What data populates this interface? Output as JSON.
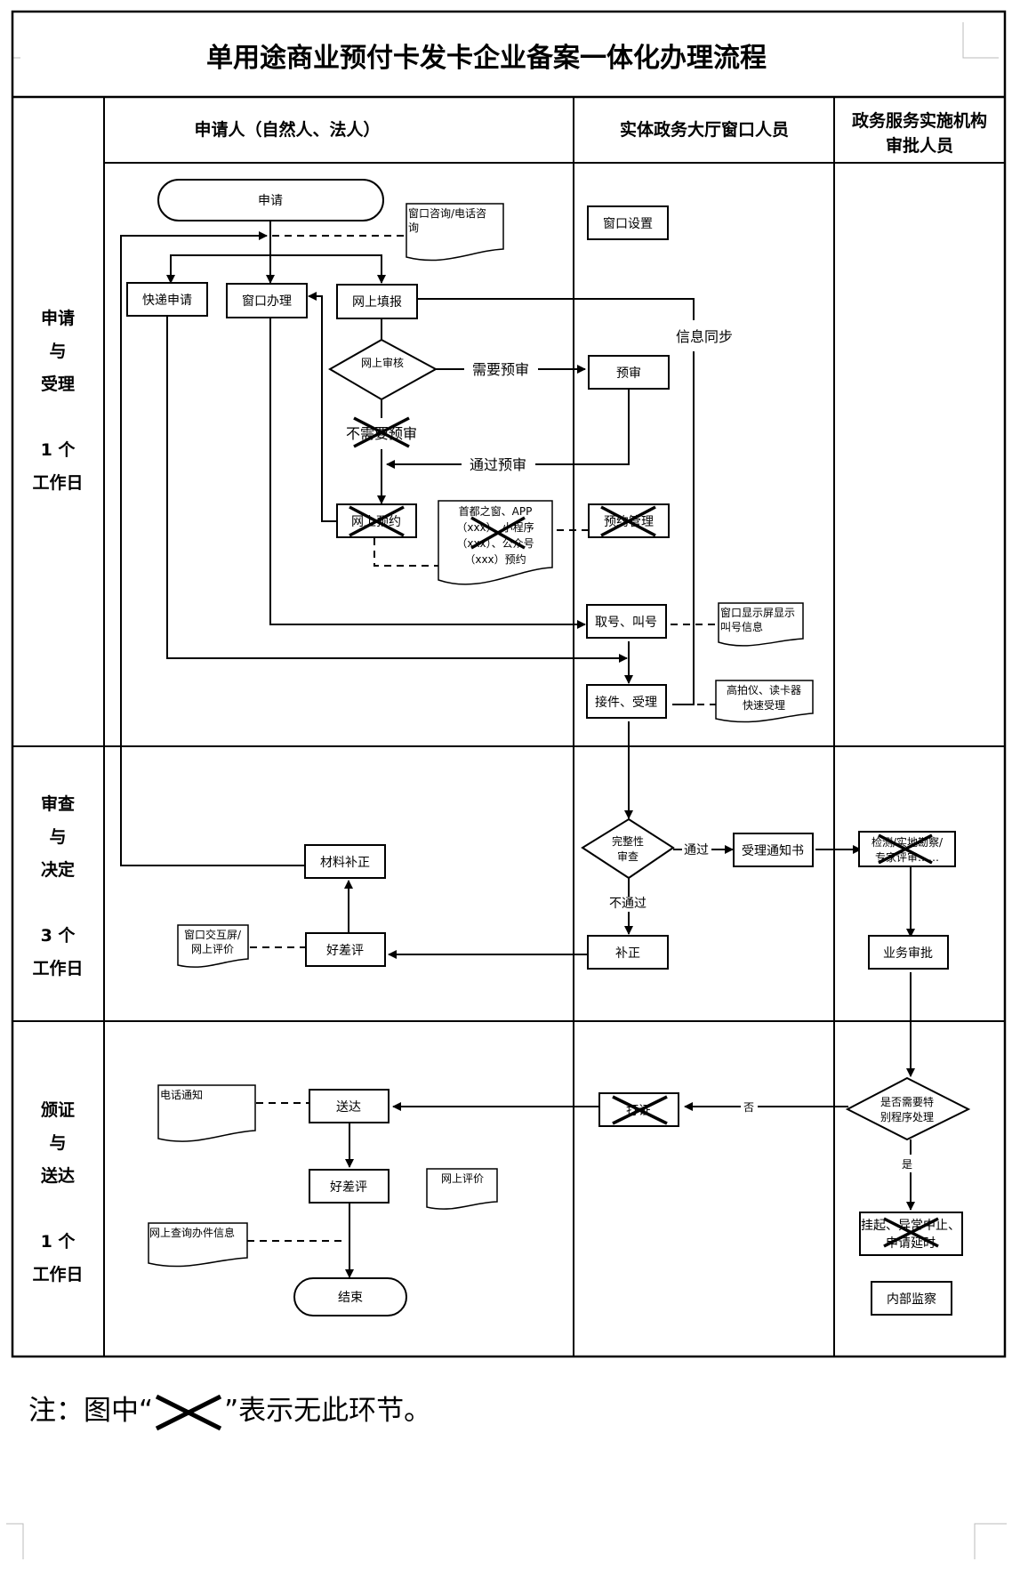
{
  "title": "单用途商业预付卡发卡企业备案一体化办理流程",
  "lanes": [
    {
      "label": "申请人（自然人、法人）"
    },
    {
      "label": "实体政务大厅窗口人员"
    },
    {
      "label_line1": "政务服务实施机构",
      "label_line2": "审批人员"
    }
  ],
  "phases": [
    {
      "line1": "申请",
      "line2": "与",
      "line3": "受理",
      "days1": "1 个",
      "days2": "工作日"
    },
    {
      "line1": "审查",
      "line2": "与",
      "line3": "决定",
      "days1": "3 个",
      "days2": "工作日"
    },
    {
      "line1": "颁证",
      "line2": "与",
      "line3": "送达",
      "days1": "1 个",
      "days2": "工作日"
    }
  ],
  "nodes": {
    "start": "申请",
    "consult_doc_1": "窗口咨询/电话咨",
    "consult_doc_2": "询",
    "express": "快递申请",
    "window": "窗口办理",
    "online_fill": "网上填报",
    "window_setup": "窗口设置",
    "info_sync": "信息同步",
    "online_review": "网上审核",
    "need_pre": "需要预审",
    "pre_review": "预审",
    "no_need_pre": "不需要预审",
    "pass_pre": "通过预审",
    "online_booking": "网上预约",
    "booking_doc_1": "首都之窗、APP",
    "booking_doc_2": "（xxx）、小程序",
    "booking_doc_3": "（xxx）、公众号",
    "booking_doc_4": "（xxx）预约",
    "booking_mgmt": "预约管理",
    "take_number": "取号、叫号",
    "screen_doc_1": "窗口显示屏显示",
    "screen_doc_2": "叫号信息",
    "accept": "接件、受理",
    "scanner_doc_1": "高拍仪、读卡器",
    "scanner_doc_2": "快速受理",
    "completeness_1": "完整性",
    "completeness_2": "审查",
    "pass": "通过",
    "fail": "不通过",
    "accept_notice": "受理通知书",
    "inspect_1": "检测/实地勘察/",
    "inspect_2": "专家评审……",
    "supplement_window": "补正",
    "material_supplement": "材料补正",
    "rating_1": "好差评",
    "rating_doc_1": "窗口交互屏/",
    "rating_doc_2": "网上评价",
    "biz_approval": "业务审批",
    "special_1": "是否需要特",
    "special_2": "别程序处理",
    "no": "否",
    "yes": "是",
    "print_cert": "打证",
    "suspend_1": "挂起、异常中止、",
    "suspend_2": "申请延时",
    "internal_supervision": "内部监察",
    "deliver": "送达",
    "phone_notice": "电话通知",
    "rating_2": "好差评",
    "online_rating_doc": "网上评价",
    "online_query_doc": "网上查询办件信息",
    "end": "结束"
  },
  "note": {
    "prefix": "注：图中“",
    "suffix": "”表示无此环节。"
  }
}
